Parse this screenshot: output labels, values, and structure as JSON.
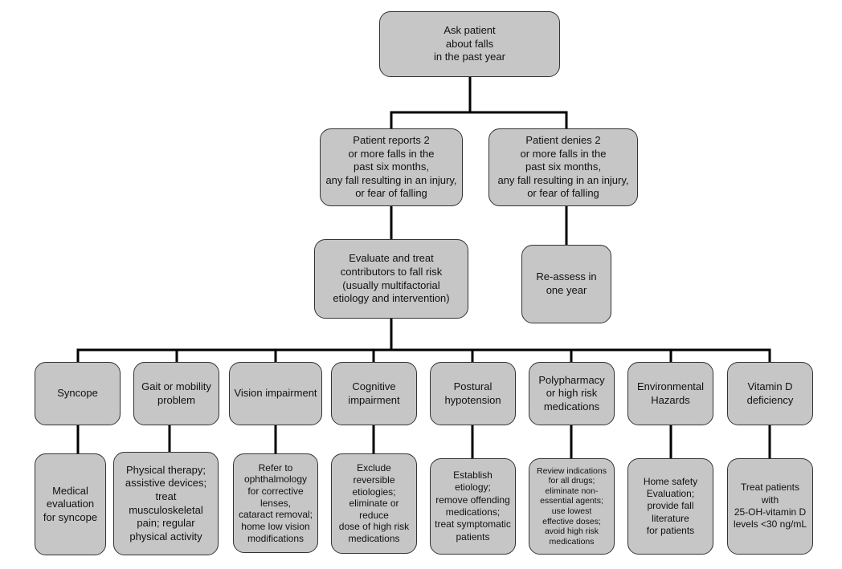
{
  "nodes": {
    "root": "Ask patient\nabout falls\nin the past year",
    "reports": "Patient reports 2\nor more falls in the\npast six months,\nany fall resulting in an injury,\nor fear of falling",
    "denies": "Patient denies 2\nor more falls in the\npast six months,\nany fall resulting in an injury,\nor fear of falling",
    "evaluate": "Evaluate and treat\ncontributors to fall risk\n(usually multifactorial\netiology and intervention)",
    "reassess": "Re-assess in\none year",
    "syncope": "Syncope",
    "gait": "Gait or mobility\nproblem",
    "vision": "Vision impairment",
    "cognitive": "Cognitive\nimpairment",
    "postural": "Postural\nhypotension",
    "polypharmacy": "Polypharmacy\nor high risk\nmedications",
    "environmental": "Environmental\nHazards",
    "vitamin": "Vitamin D\ndeficiency",
    "syncope_action": "Medical\nevaluation\nfor syncope",
    "gait_action": "Physical therapy;\nassistive devices;\ntreat musculoskeletal\npain; regular\nphysical activity",
    "vision_action": "Refer to\nophthalmology\nfor corrective\nlenses,\ncataract removal;\nhome low vision\nmodifications",
    "cognitive_action": "Exclude\nreversible\netiologies;\neliminate or\nreduce\ndose of high risk\nmedications",
    "postural_action": "Establish\netiology;\nremove offending\nmedications;\ntreat symptomatic\npatients",
    "polypharmacy_action": "Review indications\nfor all drugs;\neliminate non-\nessential agents;\nuse lowest\neffective doses;\navoid high risk\nmedications",
    "environmental_action": "Home safety\nEvaluation;\nprovide fall\nliterature\nfor patients",
    "vitamin_action": "Treat patients\nwith\n25-OH-vitamin D\nlevels <30 ng/mL"
  }
}
